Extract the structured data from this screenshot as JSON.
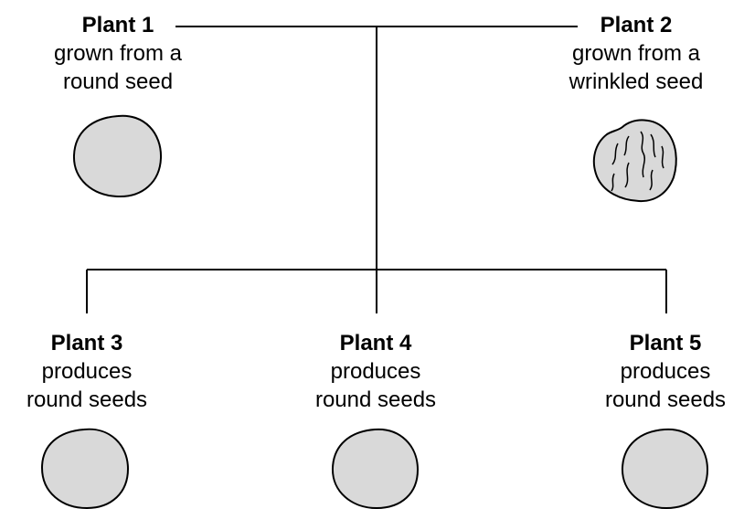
{
  "plants": [
    {
      "id": "p1",
      "name": "Plant 1",
      "description": "grown from a\nround seed",
      "seed": "round"
    },
    {
      "id": "p2",
      "name": "Plant 2",
      "description": "grown from a\nwrinkled seed",
      "seed": "wrinkled"
    },
    {
      "id": "p3",
      "name": "Plant 3",
      "description": "produces\nround seeds",
      "seed": "round"
    },
    {
      "id": "p4",
      "name": "Plant 4",
      "description": "produces\nround seeds",
      "seed": "round"
    },
    {
      "id": "p5",
      "name": "Plant 5",
      "description": "produces\nround seeds",
      "seed": "round"
    }
  ],
  "colors": {
    "seed_fill": "#d9d9d9",
    "line": "#000000"
  }
}
